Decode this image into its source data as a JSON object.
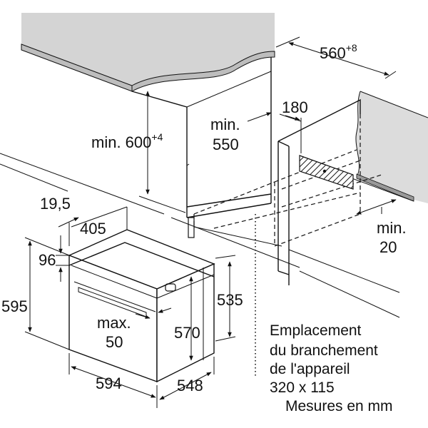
{
  "dimensions": {
    "d560": {
      "base": "560",
      "sup": "+8"
    },
    "d180": "180",
    "min550": {
      "line1": "min.",
      "line2": "550"
    },
    "min600": {
      "base": "min. 600",
      "sup": "+4"
    },
    "d19_5": "19,5",
    "d405": "405",
    "d96": "96",
    "d595": "595",
    "d535": "535",
    "d570": "570",
    "max50": {
      "line1": "max.",
      "line2": "50"
    },
    "d594": "594",
    "d548": "548",
    "min20": {
      "line1": "min.",
      "line2": "20"
    }
  },
  "note": {
    "lines": [
      "Emplacement",
      "du branchement",
      "de l'appareil",
      "320 x 115"
    ],
    "units": "Mesures en mm"
  },
  "colors": {
    "line": "#111111",
    "worktop": "#d4d4d4",
    "wall": "#dcdcdc",
    "background": "#ffffff"
  }
}
